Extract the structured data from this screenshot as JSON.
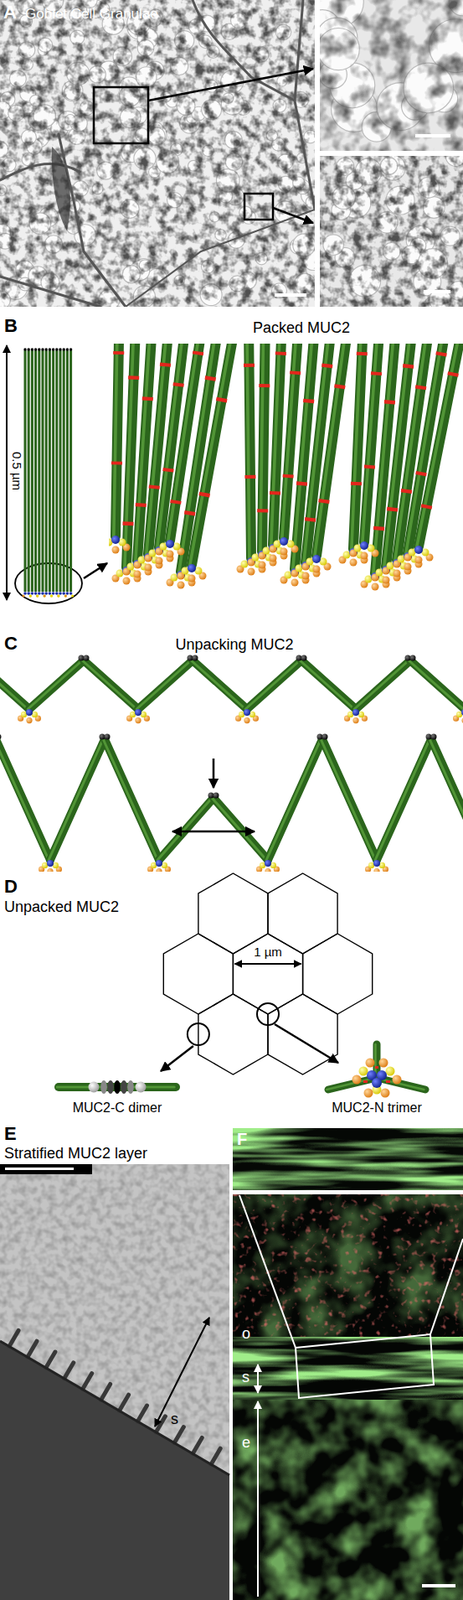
{
  "diagram": {
    "labels": [
      "A",
      "Goblet Cell Granulae",
      "B",
      "Packed MUC2",
      "0.5 µm",
      "C",
      "Unpacking MUC2",
      "D",
      "Unpacked MUC2",
      "1 µm",
      "MUC2-C dimer",
      "MUC2-N trimer",
      "E",
      "Stratified MUC2 layer",
      "s",
      "F",
      "o",
      "s",
      "e"
    ]
  }
}
